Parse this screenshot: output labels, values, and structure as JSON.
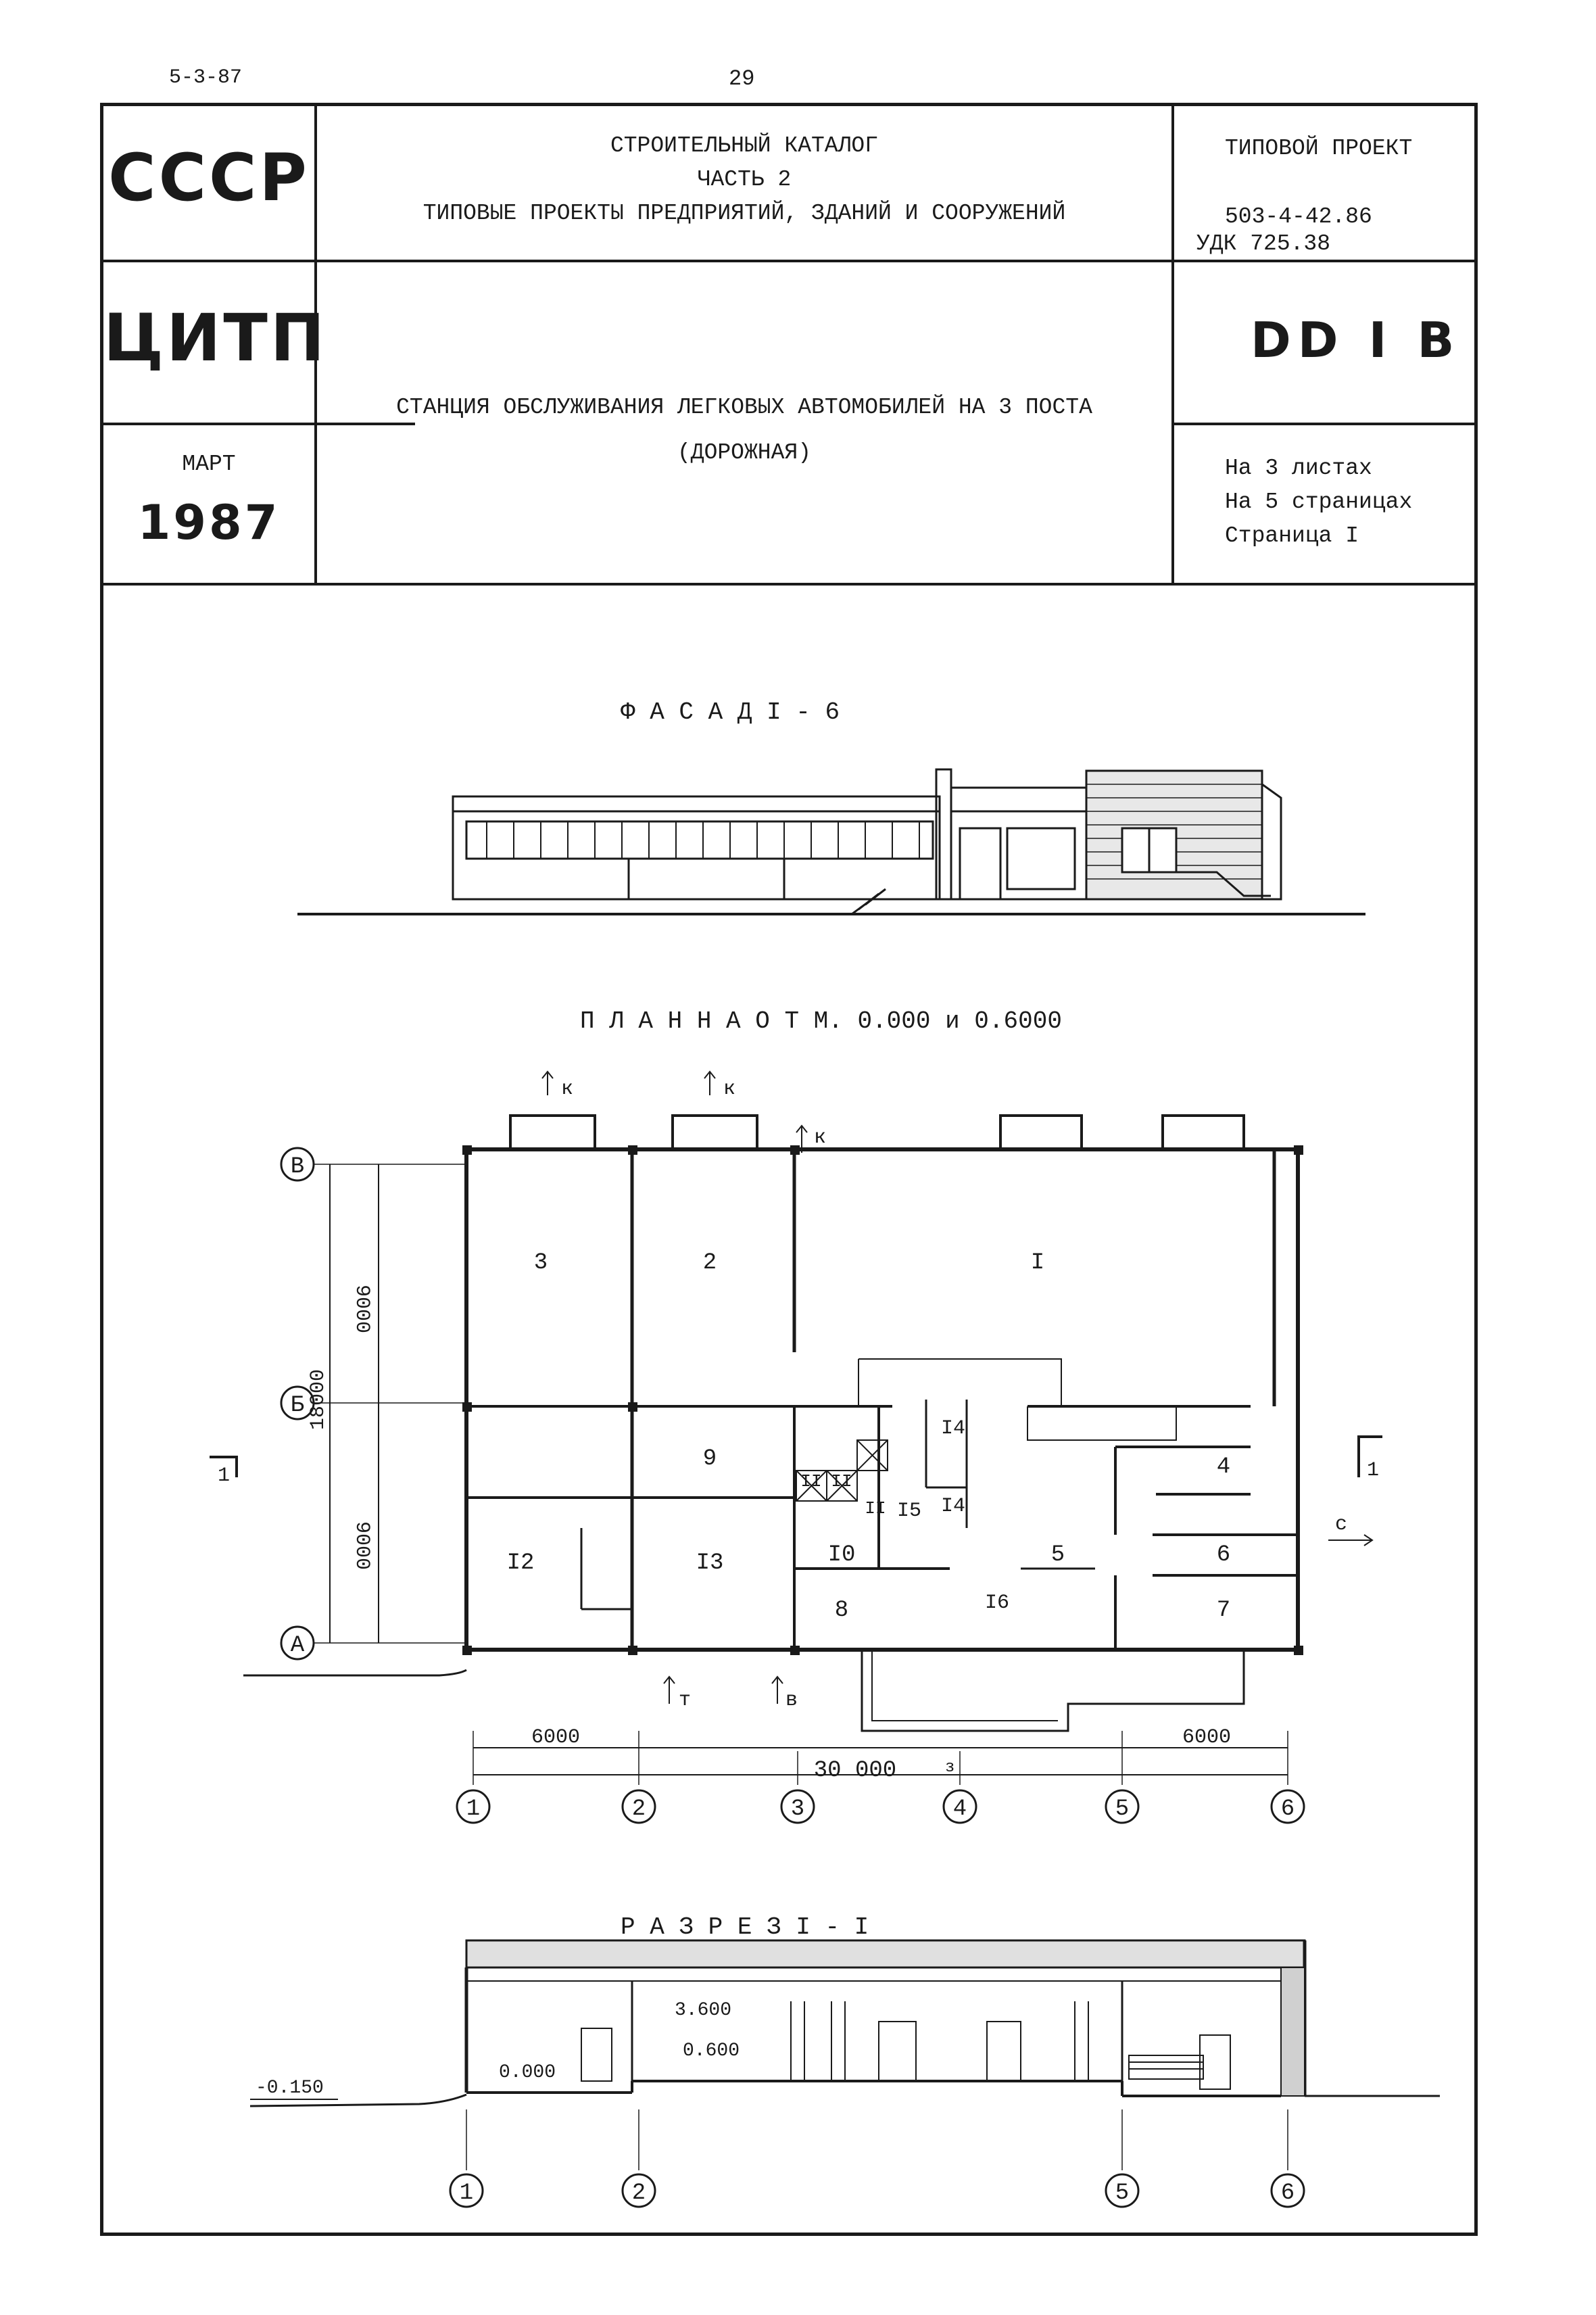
{
  "page": {
    "code": "5-3-87",
    "number": "29"
  },
  "header": {
    "left_top": "СССР",
    "left_mid": "ЦИТП",
    "left_bottom_month": "МАРТ",
    "left_bottom_year": "1987",
    "center_top_lines": [
      "СТРОИТЕЛЬНЫЙ КАТАЛОГ",
      "ЧАСТЬ 2",
      "ТИПОВЫЕ ПРОЕКТЫ ПРЕДПРИЯТИЙ, ЗДАНИЙ И СООРУЖЕНИЙ"
    ],
    "center_title": "СТАНЦИЯ ОБСЛУЖИВАНИЯ ЛЕГКОВЫХ АВТОМОБИЛЕЙ НА 3 ПОСТА",
    "center_subtitle": "(ДОРОЖНАЯ)",
    "right_top": "ТИПОВОЙ ПРОЕКТ",
    "right_project": "503-4-42.86",
    "right_udk": "УДК 725.38",
    "right_code": "DD I B",
    "right_sheets": "На 3 листах",
    "right_pages": "На 5 страницах",
    "right_page": "Страница I"
  },
  "drawings": {
    "facade_title": "Ф А С А Д   I - 6",
    "plan_title": "П Л А Н   Н А   О Т М. 0.000 и 0.6000",
    "section_title": "Р А З Р Е З   I - I",
    "axis_rows": [
      "В",
      "Б",
      "А"
    ],
    "axis_cols": [
      "1",
      "2",
      "3",
      "4",
      "5",
      "6"
    ],
    "dims": {
      "d9000a": "9000",
      "d9000b": "9000",
      "d18000": "18000",
      "d6000a": "6000",
      "d30000": "30 000",
      "d6000b": "6000"
    },
    "rooms": [
      "3",
      "2",
      "I",
      "9",
      "I2",
      "I3",
      "I0",
      "8",
      "5",
      "4",
      "6",
      "7",
      "I4",
      "I4",
      "I5",
      "I6",
      "II",
      "II",
      "II"
    ],
    "arrows": {
      "k1": "к",
      "k2": "к",
      "k3": "к",
      "t": "т",
      "v": "в",
      "s": "с",
      "cut_left": "1",
      "cut_right": "1",
      "z": "з"
    },
    "section_marks": {
      "m1": "-0.150",
      "m2": "0.000",
      "m3": "3.600",
      "m4": "0.600"
    },
    "section_axes": [
      "1",
      "2",
      "5",
      "6"
    ]
  }
}
